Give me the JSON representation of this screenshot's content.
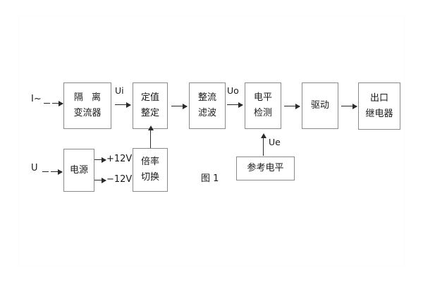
{
  "figure": {
    "caption": "图 1",
    "blocks": [
      {
        "id": "isolation-ct",
        "lines": [
          "隔 离",
          "变流器"
        ]
      },
      {
        "id": "setting",
        "lines": [
          "定值",
          "整定"
        ]
      },
      {
        "id": "rectify-filter",
        "lines": [
          "整流",
          "滤波"
        ]
      },
      {
        "id": "level-detect",
        "lines": [
          "电平",
          "检测"
        ]
      },
      {
        "id": "drive",
        "lines": [
          "驱动"
        ]
      },
      {
        "id": "output-relay",
        "lines": [
          "出口",
          "继电器"
        ]
      },
      {
        "id": "power-supply",
        "lines": [
          "电源"
        ]
      },
      {
        "id": "ratio-switch",
        "lines": [
          "倍率",
          "切换"
        ]
      },
      {
        "id": "reference-level",
        "lines": [
          "参考电平"
        ]
      }
    ],
    "signals": {
      "current_input": "I~",
      "voltage_input": "U",
      "ui": "Ui",
      "uo": "Uo",
      "ue": "Ue",
      "supply_positive": "+12V",
      "supply_negative": "−12V"
    },
    "colors": {
      "box_border": "#8a8a8a",
      "arrow": "#2b2b2b",
      "text": "#1a1a1a",
      "background": "#ffffff"
    }
  }
}
